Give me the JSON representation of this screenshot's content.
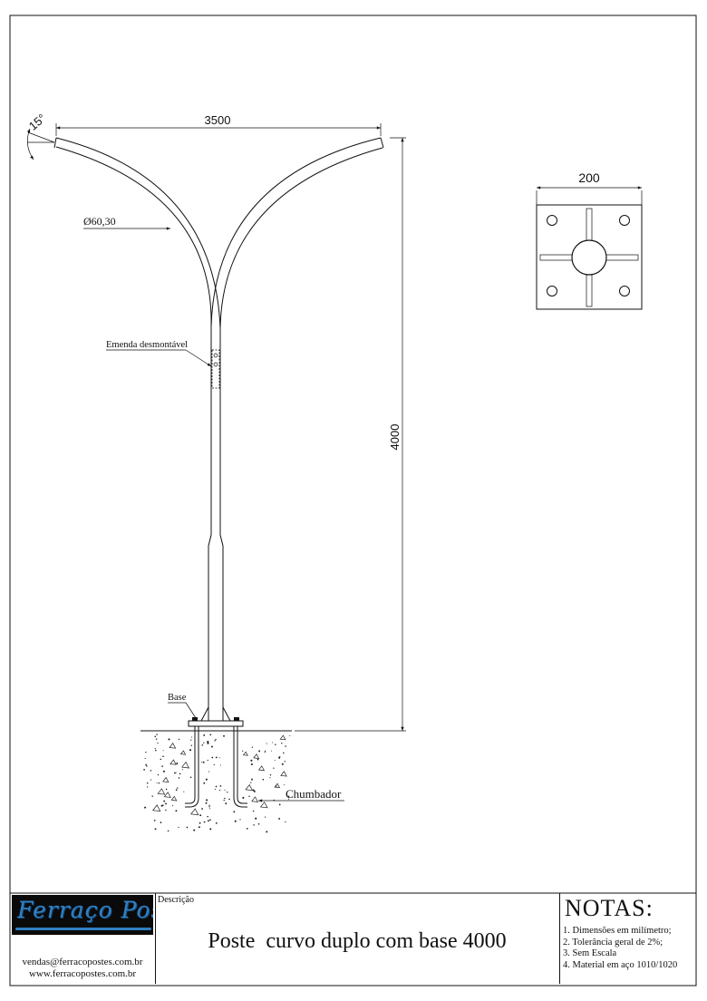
{
  "drawing": {
    "dim_width": "3500",
    "dim_height": "4000",
    "dim_angle": "15°",
    "dim_diameter": "Ø60,30",
    "dim_plate": "200",
    "label_joint": "Emenda desmontável",
    "label_base": "Base",
    "label_anchor": "Chumbador"
  },
  "title_block": {
    "logo_text": "Ferraço Postes",
    "email": "vendas@ferracopostes.com.br",
    "website": "www.ferracopostes.com.br",
    "description_label": "Descrição",
    "description": "Poste  curvo duplo com base 4000",
    "notes_title": "NOTAS:",
    "notes": [
      "1. Dimensões em milímetro;",
      "2. Tolerância geral de 2%;",
      "3. Sem Escala",
      "4. Material em aço 1010/1020"
    ]
  },
  "colors": {
    "logo_blue": "#2f7fc4",
    "logo_background": "#0a0a0a",
    "line": "#111111"
  }
}
